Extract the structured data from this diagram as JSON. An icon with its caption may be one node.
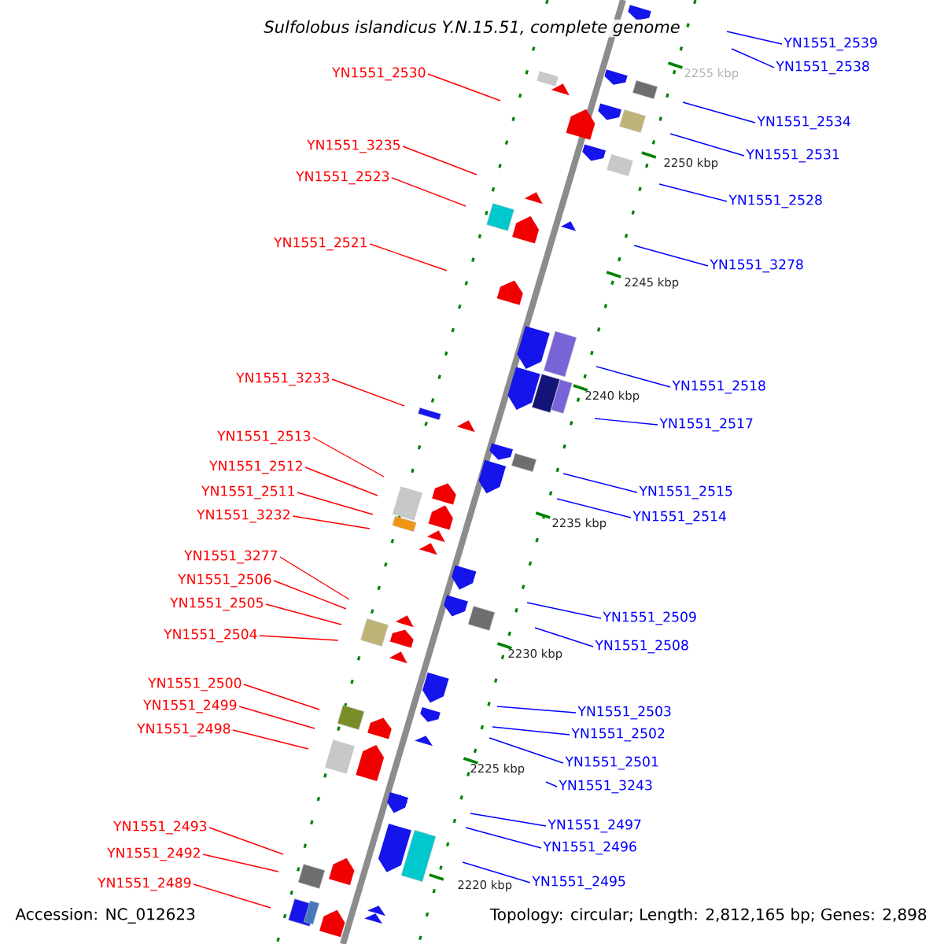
{
  "diagram": {
    "title": "Sulfolobus islandicus Y.N.15.51, complete genome",
    "nodes": [
      {
        "text": [
          "YN1551_2530"
        ]
      },
      {
        "text": [
          "YN1551_3235"
        ]
      },
      {
        "text": [
          "YN1551_2523"
        ]
      },
      {
        "text": [
          "YN1551_2521"
        ]
      },
      {
        "text": [
          "YN1551_3233"
        ]
      },
      {
        "text": [
          "YN1551_2513"
        ]
      },
      {
        "text": [
          "YN1551_2512"
        ]
      },
      {
        "text": [
          "YN1551_2511"
        ]
      },
      {
        "text": [
          "YN1551_3232"
        ]
      },
      {
        "text": [
          "YN1551_3277"
        ]
      },
      {
        "text": [
          "YN1551_2506"
        ]
      },
      {
        "text": [
          "YN1551_2505"
        ]
      },
      {
        "text": [
          "YN1551_2504"
        ]
      },
      {
        "text": [
          "YN1551_2500"
        ]
      },
      {
        "text": [
          "YN1551_2499"
        ]
      },
      {
        "text": [
          "YN1551_2498"
        ]
      },
      {
        "text": [
          "YN1551_2493"
        ]
      },
      {
        "text": [
          "YN1551_2492"
        ]
      },
      {
        "text": [
          "YN1551_2489"
        ]
      },
      {
        "text": [
          "YN1551_2539"
        ]
      },
      {
        "text": [
          "YN1551_2538"
        ]
      },
      {
        "text": [
          "YN1551_2534"
        ]
      },
      {
        "text": [
          "YN1551_2531"
        ]
      },
      {
        "text": [
          "YN1551_2528"
        ]
      },
      {
        "text": [
          "YN1551_3278"
        ]
      },
      {
        "text": [
          "YN1551_2518"
        ]
      },
      {
        "text": [
          "YN1551_2517"
        ]
      },
      {
        "text": [
          "YN1551_2515"
        ]
      },
      {
        "text": [
          "YN1551_2514"
        ]
      },
      {
        "text": [
          "YN1551_2509"
        ]
      },
      {
        "text": [
          "YN1551_2508"
        ]
      },
      {
        "text": [
          "YN1551_2503"
        ]
      },
      {
        "text": [
          "YN1551_2502"
        ]
      },
      {
        "text": [
          "YN1551_2501"
        ]
      },
      {
        "text": [
          "YN1551_3243"
        ]
      },
      {
        "text": [
          "YN1551_2497"
        ]
      },
      {
        "text": [
          "YN1551_2496"
        ]
      },
      {
        "text": [
          "YN1551_2495"
        ]
      }
    ],
    "edges": [
      {
        "from": 0,
        "to": null,
        "arrow": "none",
        "color": "#ff0000"
      },
      {
        "from": 1,
        "to": null,
        "arrow": "none",
        "color": "#ff0000"
      },
      {
        "from": 2,
        "to": null,
        "arrow": "none",
        "color": "#ff0000"
      },
      {
        "from": 3,
        "to": null,
        "arrow": "none",
        "color": "#ff0000"
      },
      {
        "from": 4,
        "to": null,
        "arrow": "none",
        "color": "#ff0000"
      },
      {
        "from": 5,
        "to": null,
        "arrow": "none",
        "color": "#ff0000"
      },
      {
        "from": 6,
        "to": null,
        "arrow": "none",
        "color": "#ff0000"
      },
      {
        "from": 7,
        "to": null,
        "arrow": "none",
        "color": "#ff0000"
      },
      {
        "from": 8,
        "to": null,
        "arrow": "none",
        "color": "#ff0000"
      },
      {
        "from": 9,
        "to": null,
        "arrow": "none",
        "color": "#ff0000"
      },
      {
        "from": 10,
        "to": null,
        "arrow": "none",
        "color": "#ff0000"
      },
      {
        "from": 11,
        "to": null,
        "arrow": "none",
        "color": "#ff0000"
      },
      {
        "from": 12,
        "to": null,
        "arrow": "none",
        "color": "#ff0000"
      },
      {
        "from": 13,
        "to": null,
        "arrow": "none",
        "color": "#ff0000"
      },
      {
        "from": 14,
        "to": null,
        "arrow": "none",
        "color": "#ff0000"
      },
      {
        "from": 15,
        "to": null,
        "arrow": "none",
        "color": "#ff0000"
      },
      {
        "from": 16,
        "to": null,
        "arrow": "none",
        "color": "#ff0000"
      },
      {
        "from": 17,
        "to": null,
        "arrow": "none",
        "color": "#ff0000"
      },
      {
        "from": 18,
        "to": null,
        "arrow": "none",
        "color": "#ff0000"
      },
      {
        "from": 19,
        "to": null,
        "arrow": "none",
        "color": "#0000ff"
      },
      {
        "from": 20,
        "to": null,
        "arrow": "none",
        "color": "#0000ff"
      },
      {
        "from": 21,
        "to": null,
        "arrow": "none",
        "color": "#0000ff"
      },
      {
        "from": 22,
        "to": null,
        "arrow": "none",
        "color": "#0000ff"
      },
      {
        "from": 23,
        "to": null,
        "arrow": "none",
        "color": "#0000ff"
      },
      {
        "from": 24,
        "to": null,
        "arrow": "none",
        "color": "#0000ff"
      },
      {
        "from": 25,
        "to": null,
        "arrow": "none",
        "color": "#0000ff"
      },
      {
        "from": 26,
        "to": null,
        "arrow": "none",
        "color": "#0000ff"
      },
      {
        "from": 27,
        "to": null,
        "arrow": "none",
        "color": "#0000ff"
      },
      {
        "from": 28,
        "to": null,
        "arrow": "none",
        "color": "#0000ff"
      },
      {
        "from": 29,
        "to": null,
        "arrow": "none",
        "color": "#0000ff"
      },
      {
        "from": 30,
        "to": null,
        "arrow": "none",
        "color": "#0000ff"
      },
      {
        "from": 31,
        "to": null,
        "arrow": "none",
        "color": "#0000ff"
      },
      {
        "from": 32,
        "to": null,
        "arrow": "none",
        "color": "#0000ff"
      },
      {
        "from": 33,
        "to": null,
        "arrow": "none",
        "color": "#0000ff"
      },
      {
        "from": 34,
        "to": null,
        "arrow": "none",
        "color": "#0000ff"
      },
      {
        "from": 35,
        "to": null,
        "arrow": "none",
        "color": "#0000ff"
      },
      {
        "from": 36,
        "to": null,
        "arrow": "none",
        "color": "#0000ff"
      },
      {
        "from": 37,
        "to": null,
        "arrow": "none",
        "color": "#0000ff"
      }
    ],
    "labels": [
      "2255 kbp",
      "2250 kbp",
      "2245 kbp",
      "2240 kbp",
      "2235 kbp",
      "2230 kbp",
      "2225 kbp",
      "2220 kbp",
      "Accession: NC_012623",
      "Topology: circular; Length: 2,812,165 bp; Genes: 2,898"
    ]
  }
}
